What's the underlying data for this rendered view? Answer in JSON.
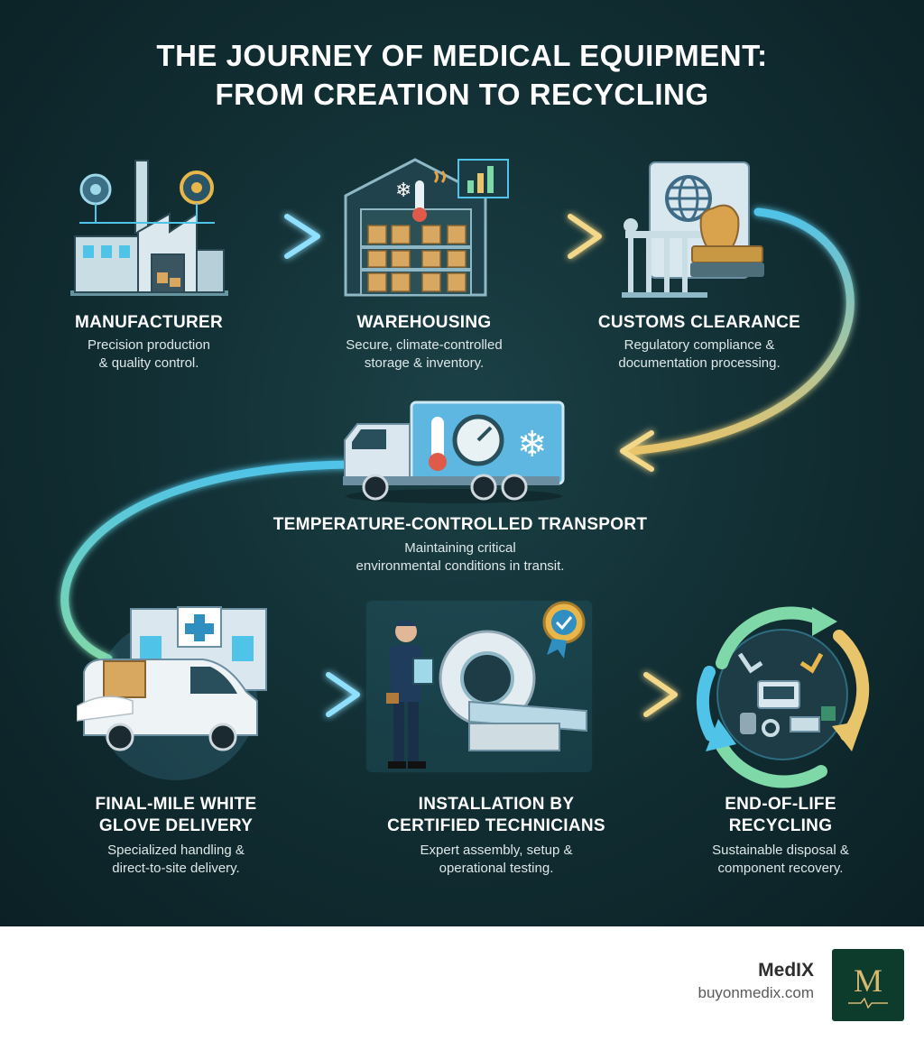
{
  "title": {
    "line1": "THE JOURNEY OF MEDICAL EQUIPMENT:",
    "line2": "FROM CREATION TO RECYCLING"
  },
  "stages": [
    {
      "name": "MANUFACTURER",
      "desc_lines": [
        "Precision production",
        "& quality control."
      ],
      "icon": "factory-icon"
    },
    {
      "name": "WAREHOUSING",
      "desc_lines": [
        "Secure, climate-controlled",
        "storage & inventory."
      ],
      "icon": "warehouse-icon"
    },
    {
      "name": "CUSTOMS CLEARANCE",
      "desc_lines": [
        "Regulatory compliance &",
        "documentation processing."
      ],
      "icon": "customs-stamp-icon"
    },
    {
      "name": "TEMPERATURE-CONTROLLED TRANSPORT",
      "desc_lines": [
        "Maintaining critical",
        "environmental conditions in transit."
      ],
      "icon": "refrigerated-truck-icon"
    },
    {
      "name_lines": [
        "FINAL-MILE WHITE",
        "GLOVE DELIVERY"
      ],
      "desc_lines": [
        "Specialized handling &",
        "direct-to-site delivery."
      ],
      "icon": "delivery-van-icon"
    },
    {
      "name_lines": [
        "INSTALLATION BY",
        "CERTIFIED TECHNICIANS"
      ],
      "desc_lines": [
        "Expert assembly, setup &",
        "operational testing."
      ],
      "icon": "technician-scanner-icon"
    },
    {
      "name_lines": [
        "END-OF-LIFE",
        "RECYCLING"
      ],
      "desc_lines": [
        "Sustainable disposal &",
        "component recovery."
      ],
      "icon": "recycling-cycle-icon"
    }
  ],
  "footer": {
    "brand": "MedIX",
    "url": "buyonmedix.com",
    "logo_letter": "M"
  },
  "colors": {
    "background": "#123035",
    "flow_blue": "#4fc3e8",
    "flow_gold": "#e8c46a",
    "flow_green": "#7fd8a8",
    "logo_bg": "#0d3b2c",
    "logo_gold": "#d9b870"
  }
}
